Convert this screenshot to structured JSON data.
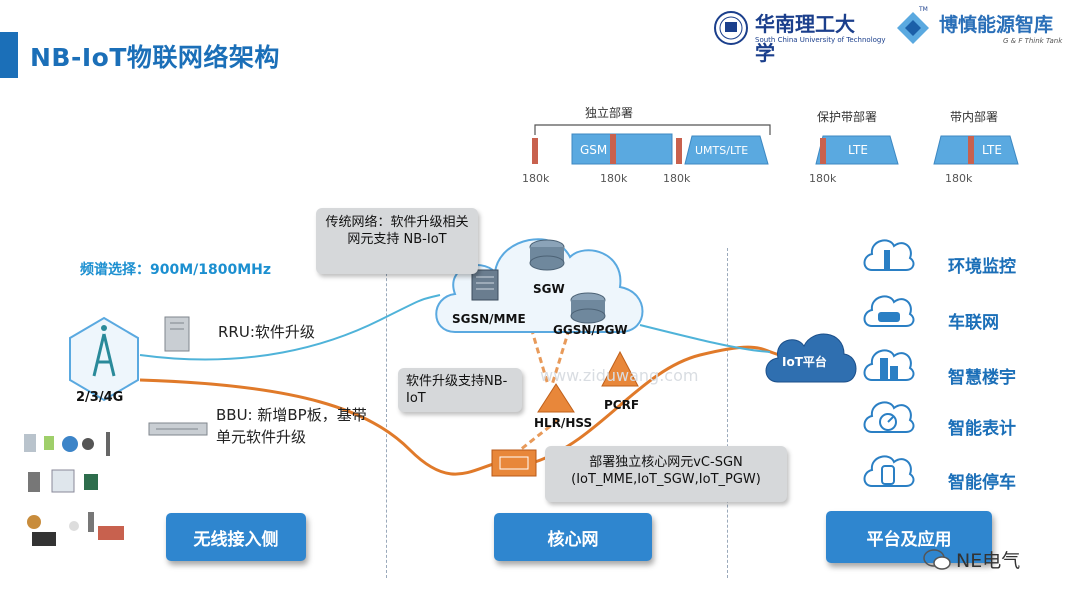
{
  "header": {
    "title": "NB-IoT物联网络架构",
    "university_cn": "华南理工大学",
    "university_en": "South China University of Technology",
    "thinktank_cn": "博慎能源智库",
    "thinktank_en": "G & F Think Tank",
    "thinktank_tm": "TM"
  },
  "spectrum": {
    "standalone_label": "独立部署",
    "guard_label": "保护带部署",
    "inband_label": "带内部署",
    "gsm_label": "GSM",
    "umts_label": "UMTS/LTE",
    "lte_guard_label": "LTE",
    "lte_inband_label": "LTE",
    "bw_labels": [
      "180k",
      "180k",
      "180k",
      "180k",
      "180k"
    ]
  },
  "radio": {
    "freq_text": "频谱选择：900M/1800MHz",
    "tower_label": "2/3/4G",
    "rru_text": "RRU:软件升级",
    "bbu_text": "BBU: 新增BP板，基带单元软件升级"
  },
  "core": {
    "callout_top": "传统网络：软件升级相关网元支持 NB-IoT",
    "sgsn": "SGSN/MME",
    "sgw": "SGW",
    "ggsn": "GGSN/PGW",
    "callout_mid": "软件升级支持NB-IoT",
    "hlr": "HLR/HSS",
    "pcrf": "PCRF",
    "callout_bottom_line1": "部署独立核心网元vC-SGN",
    "callout_bottom_line2": "(IoT_MME,IoT_SGW,IoT_PGW)",
    "watermark": "www.ziduwang.com"
  },
  "platform": {
    "iot_label": "IoT平台"
  },
  "apps": [
    {
      "label": "环境监控",
      "icon": "environment-icon"
    },
    {
      "label": "车联网",
      "icon": "car-icon"
    },
    {
      "label": "智慧楼宇",
      "icon": "building-icon"
    },
    {
      "label": "智能表计",
      "icon": "meter-icon"
    },
    {
      "label": "智能停车",
      "icon": "parking-icon"
    }
  ],
  "sections": {
    "wireless": "无线接入侧",
    "core": "核心网",
    "platform": "平台及应用"
  },
  "footer": {
    "wechat": "NE电气"
  },
  "colors": {
    "brand_blue": "#1b6fb8",
    "section_button": "#2f86cf",
    "orange_link": "#e07a2a",
    "cyan_link": "#4fb3d9"
  }
}
